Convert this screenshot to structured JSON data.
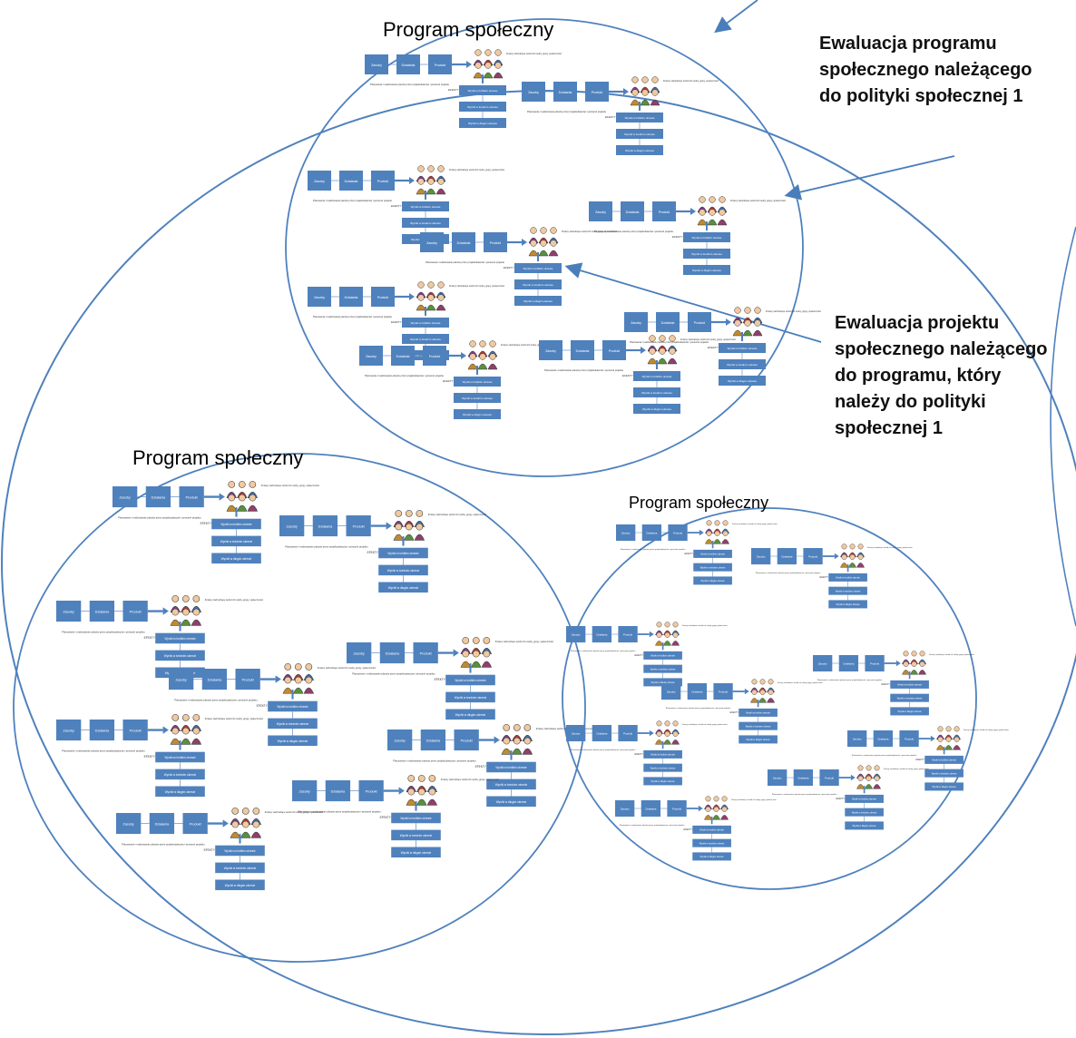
{
  "outer_title": "Program społeczny",
  "callouts": {
    "program_eval": [
      "Ewaluacja programu",
      "społecznego należącego",
      "do polityki społecznej 1"
    ],
    "project_eval": [
      "Ewaluacja projektu",
      "społecznego należącego",
      "do programu, który",
      "należy do polityki",
      "społecznej 1"
    ]
  },
  "programs": {
    "top": "Program społeczny",
    "left": "Program społeczny",
    "right": "Program społeczny"
  },
  "project_unit": {
    "stages": [
      "Zasoby",
      "Działania",
      "Produkt"
    ],
    "outcomes": [
      "Wyniki w krótkim okresie",
      "Wyniki w średnim okresie",
      "Wyniki w długim okresie"
    ],
    "planning_note": "Planowanie i realizowanie planów przez projektodawców i personel projektu",
    "effects_label": "EFEKTY",
    "people_note": "Zmiany zachodzące wśród ich osoby, grupy, społeczności"
  },
  "colors": {
    "box": "#4f81bd",
    "line": "#4f81bd",
    "arrow": "#4a7ebb"
  }
}
